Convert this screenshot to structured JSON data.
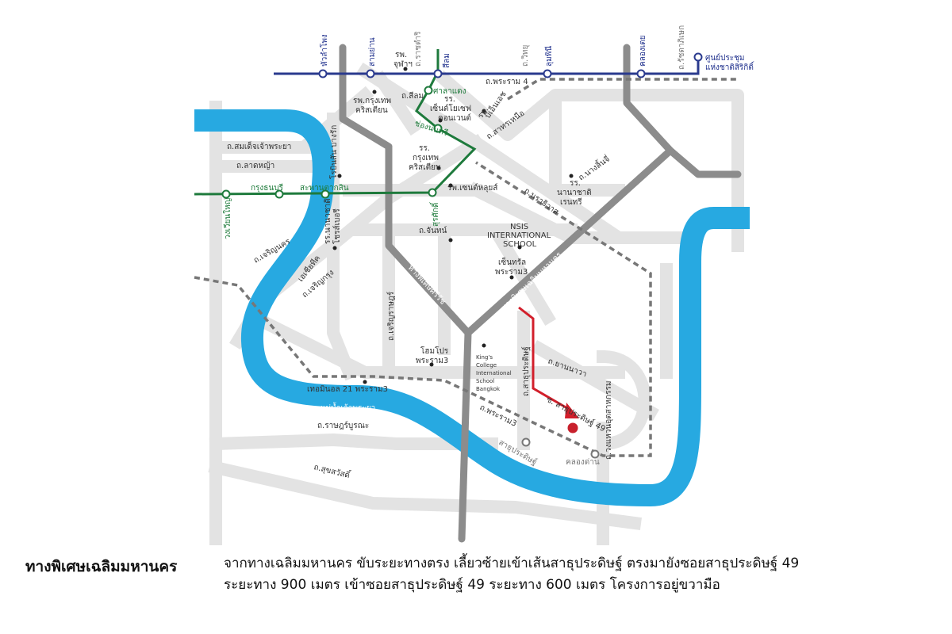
{
  "colors": {
    "river": "#27a9e1",
    "road_minor": "#e3e3e3",
    "expressway": "#8c8c8c",
    "bts_line": "#1e7a3c",
    "mrt_line": "#2a3a8e",
    "rail_dashed": "#777777",
    "route_red": "#d21f2b",
    "destination": "#c8202c"
  },
  "map": {
    "station_labels": {
      "hua_lamphong": "หัวลำโพง",
      "sam_yan": "สามย่าน",
      "silom": "สีลม",
      "lumphini": "ลุมพินี",
      "khlong_toei": "คลองเตย",
      "qsncc": "ศูนย์ประชุม",
      "qsncc_2": "แห่งชาติสิริกิติ์",
      "sala_daeng": "ศาลาแดง",
      "chong_nonsi": "ช่องนนทรี",
      "surasak": "สุรศักดิ์",
      "saphan_taksin": "สะพานตากสิน",
      "krung_thon_buri": "กรุงธนบุรี",
      "wongwian_yai": "วงเวียนใหญ่",
      "sathu_pradit": "สาธุประดิษฐ์",
      "khlong_dan": "คลองด่าน"
    },
    "road_labels": {
      "rama4": "ถ.พระราม 4",
      "rajadamri": "ถ.ราชดำริ",
      "witthayu": "ถ.วิทยุ",
      "ratchadaphisek": "ถ.รัชดาภิเษก",
      "silom_rd": "ถ.สีลม",
      "sathorn_nuea": "ถ.สาทรเหนือ",
      "somdet": "ถ.สมเด็จเจ้าพระยา",
      "lat_ya": "ถ.ลาดหญ้า",
      "charoen_nakhon": "ถ.เจริญนคร",
      "charoen_krung": "ถ.เจริญกรุง",
      "charoen_rat": "ถ.เจริญราษฎร์",
      "nang_linchi": "ถ.นางลิ้นจี่",
      "narathiwat": "ถ.นราธิวาส",
      "chan": "ถ.จันทน์",
      "sathu_pradit_rd": "ถ.สาธุประดิษฐ์",
      "yan_nawa": "ถ.ยานนาวา",
      "soi_sathu49": "ซ. สาธุประดิษฐ์ 49",
      "rama3": "ถ.พระราม3",
      "rat_burana": "ถ.ราษฎร์บูรณะ",
      "suksawat": "ถ.สุขสวัสดิ์",
      "thang_phiset": "ถ.วงแหวนอุตสาหกรรม",
      "expressway_chaloem": "ทางพิเศษเฉลิมมหานคร",
      "expressway_sirat": "ทางพิเศษศรีรัช",
      "river": "แม่น้ำเจ้าพระยา"
    },
    "poi_labels": {
      "chula_hosp_1": "รพ.",
      "chula_hosp_2": "จุฬาฯ",
      "bkk_christian_hosp_1": "รพ.กรุงเทพ",
      "bkk_christian_hosp_2": "คริสเตียน",
      "st_joseph_1": "รร.",
      "st_joseph_2": "เซ็นต์โยเซฟ",
      "st_joseph_3": "คอนเวนต์",
      "bnh_1": "รพ.",
      "bnh_2": "บีเอ็นเอช",
      "bcc_1": "รร.",
      "bcc_2": "กรุงเทพ",
      "bcc_3": "คริสเตียน",
      "st_louis": "รพ.เซนต์หลุยส์",
      "robinson": "โรบินสัน บางรัก",
      "nanachat_1": "รร.นานาชาติ",
      "nanachat_2": "โชรส์เบอรี",
      "nanachat_narin_1": "รร.",
      "nanachat_narin_2": "นานาชาติ",
      "nanachat_narin_3": "เรนทรี",
      "nsis_1": "NSIS",
      "nsis_2": "INTERNATIONAL",
      "nsis_3": "SCHOOL",
      "central_1": "เซ็นทรัล",
      "central_2": "พระราม3",
      "asiatique": "เอเชียทีค",
      "homepro_1": "โฮมโปร",
      "homepro_2": "พระราม3",
      "terminal21": "เทอมินอล 21 พระราม3",
      "kings_1": "King's",
      "kings_2": "College",
      "kings_3": "International",
      "kings_4": "School",
      "kings_5": "Bangkok"
    }
  },
  "footer": {
    "title": "ทางพิเศษเฉลิมมหานคร",
    "line1": "จากทางเฉลิมมหานคร ขับระยะทางตรง เลี้ยวซ้ายเข้าเส้นสาธุประดิษฐ์ ตรงมายังซอยสาธุประดิษฐ์ 49",
    "line2": "ระยะทาง 900 เมตร เข้าซอยสาธุประดิษฐ์ 49  ระยะทาง 600 เมตร โครงการอยู่ขวามือ"
  }
}
